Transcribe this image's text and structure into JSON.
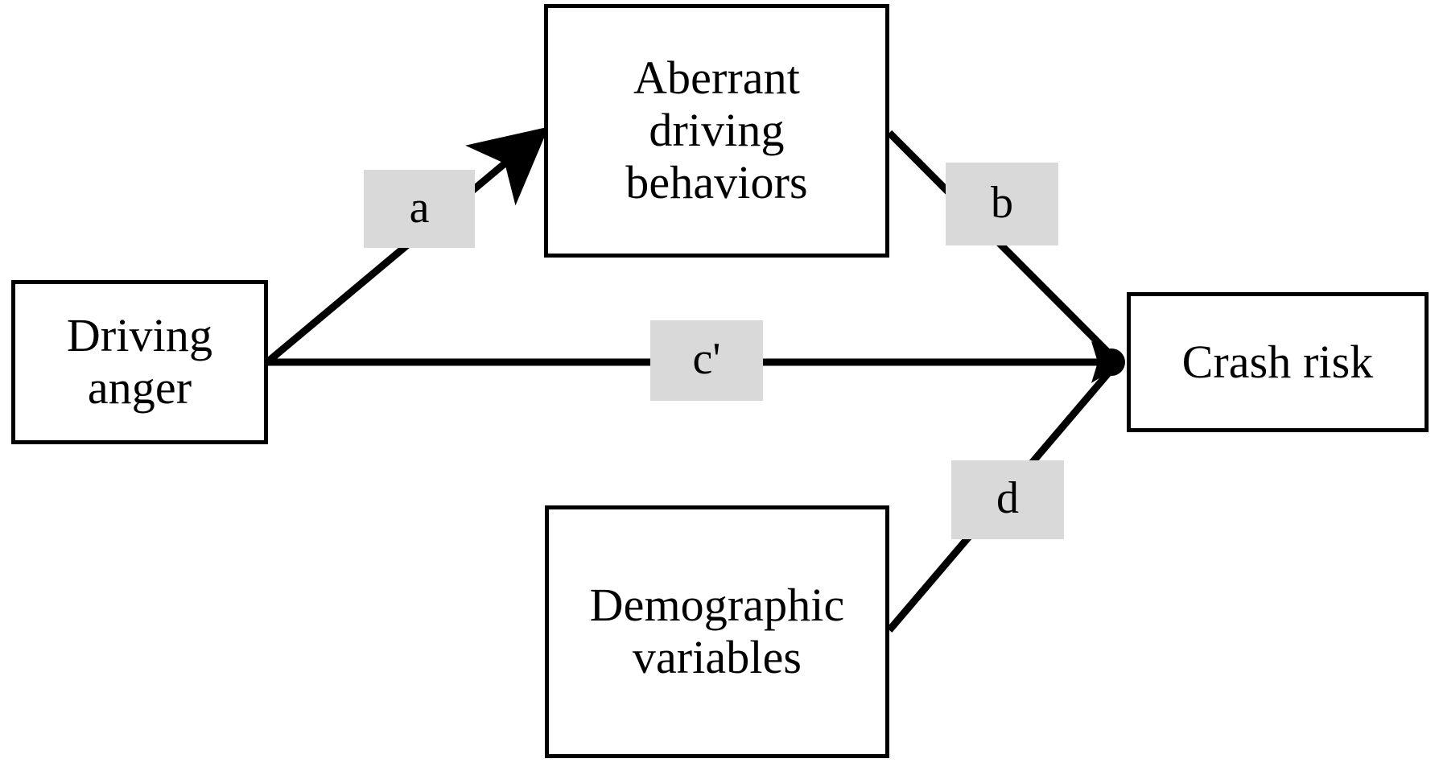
{
  "diagram": {
    "type": "mediation-path-model",
    "background_color": "#ffffff",
    "node_border_color": "#000000",
    "node_fill_color": "#ffffff",
    "path_label_fill_color": "#d9d9d9",
    "line_color": "#000000",
    "nodes": [
      {
        "id": "driving-anger",
        "label": "Driving\nanger"
      },
      {
        "id": "aberrant-behaviors",
        "label": "Aberrant\ndriving\nbehaviors"
      },
      {
        "id": "crash-risk",
        "label": "Crash risk"
      },
      {
        "id": "demographic-variables",
        "label": "Demographic\nvariables"
      }
    ],
    "paths": [
      {
        "id": "a",
        "label": "a",
        "from": "driving-anger",
        "to": "aberrant-behaviors",
        "arrow": true
      },
      {
        "id": "b",
        "label": "b",
        "from": "aberrant-behaviors",
        "to": "crash-risk",
        "arrow": true
      },
      {
        "id": "c",
        "label": "c'",
        "from": "driving-anger",
        "to": "crash-risk",
        "arrow": true
      },
      {
        "id": "d",
        "label": "d",
        "from": "demographic-variables",
        "to": "crash-risk",
        "arrow": true
      }
    ]
  }
}
